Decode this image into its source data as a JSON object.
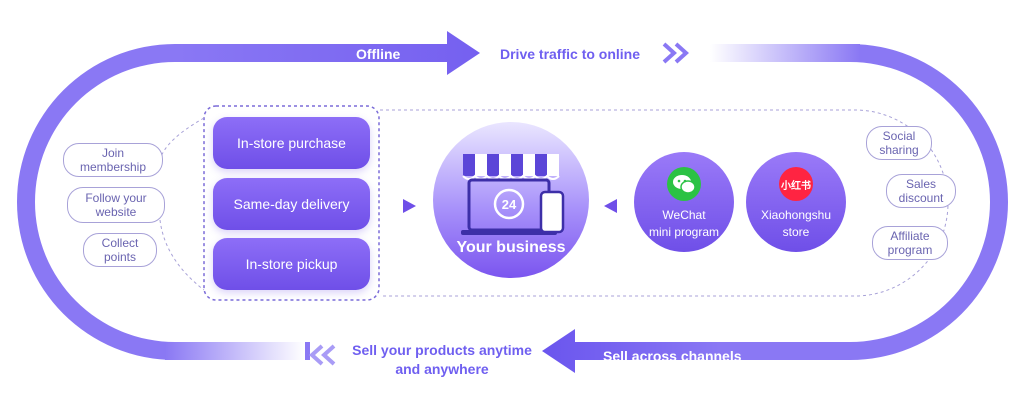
{
  "loop": {
    "top_left": "Offline",
    "top_right": "Drive traffic to online",
    "bottom_left": "Sell your products anytime\nand anywhere",
    "bottom_right": "Sell across channels"
  },
  "left_pills": [
    "Join\nmembership",
    "Follow your\nwebsite",
    "Collect\npoints"
  ],
  "actions": [
    "In-store purchase",
    "Same-day delivery",
    "In-store pickup"
  ],
  "center": {
    "label": "Your business",
    "clock_text": "24"
  },
  "channels": [
    {
      "name": "WeChat\nmini program",
      "logo_icon": "wechat-logo-icon",
      "color": "#2bc244"
    },
    {
      "name": "Xiaohongshu\nstore",
      "logo_icon": "xiaohongshu-logo-icon",
      "logo_text": "小红书",
      "color": "#ff2442"
    }
  ],
  "right_pills": [
    "Social\nsharing",
    "Sales\ndiscount",
    "Affiliate\nprogram"
  ],
  "colors": {
    "primary": "#6f4fe8",
    "ring": "#8a78f4",
    "light": "#eae6ff"
  }
}
